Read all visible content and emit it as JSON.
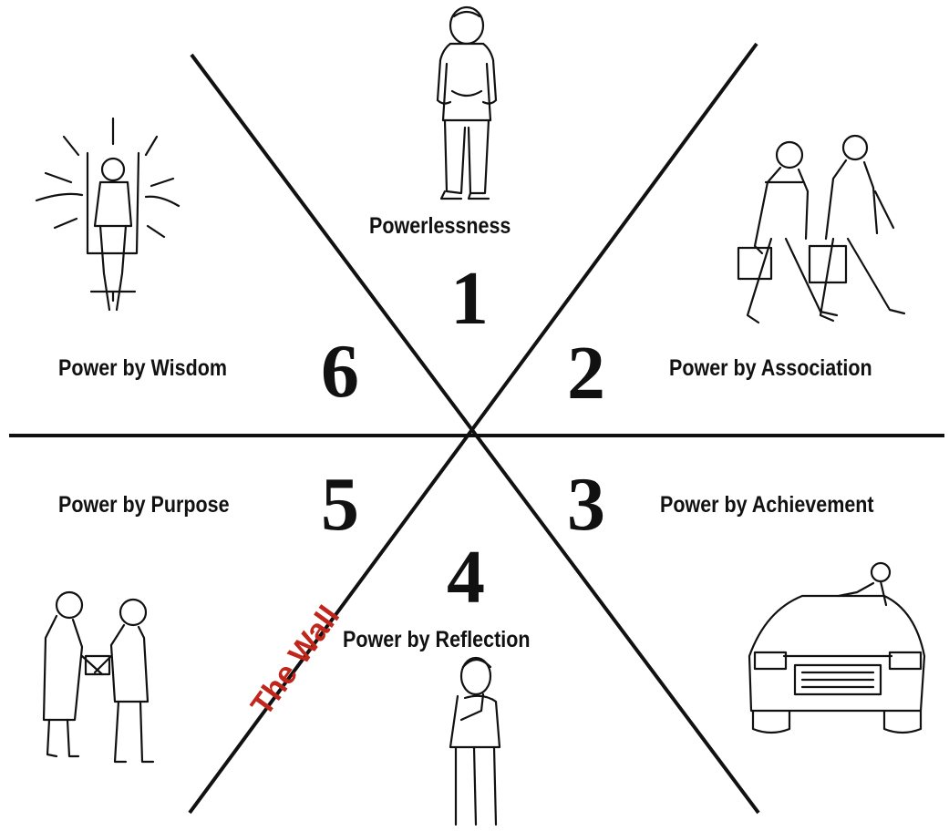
{
  "diagram": {
    "stages": [
      {
        "number": "1",
        "label": "Powerlessness"
      },
      {
        "number": "2",
        "label": "Power by Association"
      },
      {
        "number": "3",
        "label": "Power by Achievement"
      },
      {
        "number": "4",
        "label": "Power by Reflection"
      },
      {
        "number": "5",
        "label": "Power by Purpose"
      },
      {
        "number": "6",
        "label": "Power by Wisdom"
      }
    ],
    "wall_label": "The Wall"
  },
  "colors": {
    "lines": "#111111",
    "text": "#111111",
    "wall": "#c0261b"
  },
  "illustrations": [
    "standing-man-hands-behind-back",
    "two-businessmen-walking",
    "person-on-car-hood",
    "man-thinking",
    "two-people-shaking-hands",
    "glowing-seated-woman"
  ]
}
